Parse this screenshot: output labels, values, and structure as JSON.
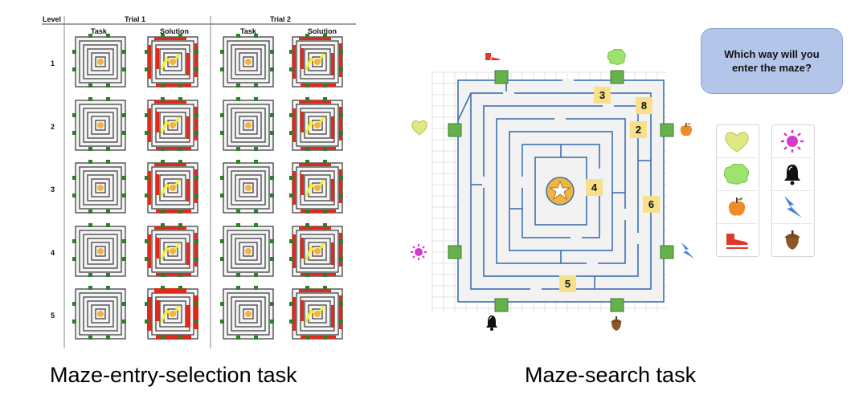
{
  "left_panel": {
    "headers": {
      "level": "Level",
      "trial1": "Trial 1",
      "trial2": "Trial 2",
      "task": "Task",
      "solution": "Solution"
    },
    "levels": [
      "1",
      "2",
      "3",
      "4",
      "5"
    ],
    "caption": "Maze-entry-selection task"
  },
  "right_panel": {
    "question": "Which way will you enter the maze?",
    "numbers": [
      "3",
      "8",
      "2",
      "4",
      "6",
      "5"
    ],
    "caption": "Maze-search task",
    "entrance_icons": [
      "shoe-icon",
      "bush-icon",
      "heart-icon",
      "apple-icon",
      "sun-icon",
      "lightning-icon",
      "bell-icon",
      "acorn-icon"
    ],
    "answer_options_left": [
      "heart-icon",
      "bush-icon",
      "apple-icon",
      "shoe-icon"
    ],
    "answer_options_right": [
      "sun-icon",
      "bell-icon",
      "lightning-icon",
      "acorn-icon"
    ]
  },
  "colors": {
    "maze_wall": "#3f6fb0",
    "entrance": "#67b14c",
    "number_tile": "#f8df8a",
    "solution_red": "#dd2a1c",
    "solution_yellow": "#f6ef2a",
    "bubble": "#b3c6e9",
    "star_circle": "#f3b33f"
  }
}
